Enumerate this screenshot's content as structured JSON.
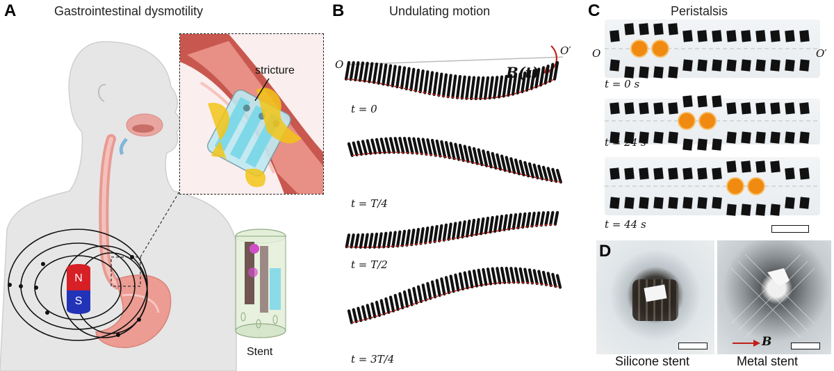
{
  "panel_a": {
    "letter": "A",
    "title": "Gastrointestinal dysmotility",
    "inset_label": "stricture",
    "stent_label": "Stent",
    "magnet_north": "N",
    "magnet_south": "S"
  },
  "panel_b": {
    "letter": "B",
    "title": "Undulating motion",
    "axis_start": "O",
    "axis_end": "O′",
    "field_label": "B(t)",
    "time_labels": [
      "t = 0",
      "t = T/4",
      "t = T/2",
      "t = 3T/4"
    ]
  },
  "panel_c": {
    "letter": "C",
    "title": "Peristalsis",
    "axis_start": "O",
    "axis_end": "O′",
    "time_labels": [
      "t = 0 s",
      "t = 24 s",
      "t = 44 s"
    ]
  },
  "panel_d": {
    "letter": "D",
    "field_label": "B",
    "left_caption": "Silicone stent",
    "right_caption": "Metal stent"
  },
  "colors": {
    "magnet_north": "#d71f26",
    "magnet_south": "#2233b8",
    "esophagus": "#e89a92",
    "stricture": "#f2c418",
    "stent_cyan": "#7fd8e8",
    "bead_orange": "#f08a10",
    "arrow_red": "#c0201a"
  }
}
